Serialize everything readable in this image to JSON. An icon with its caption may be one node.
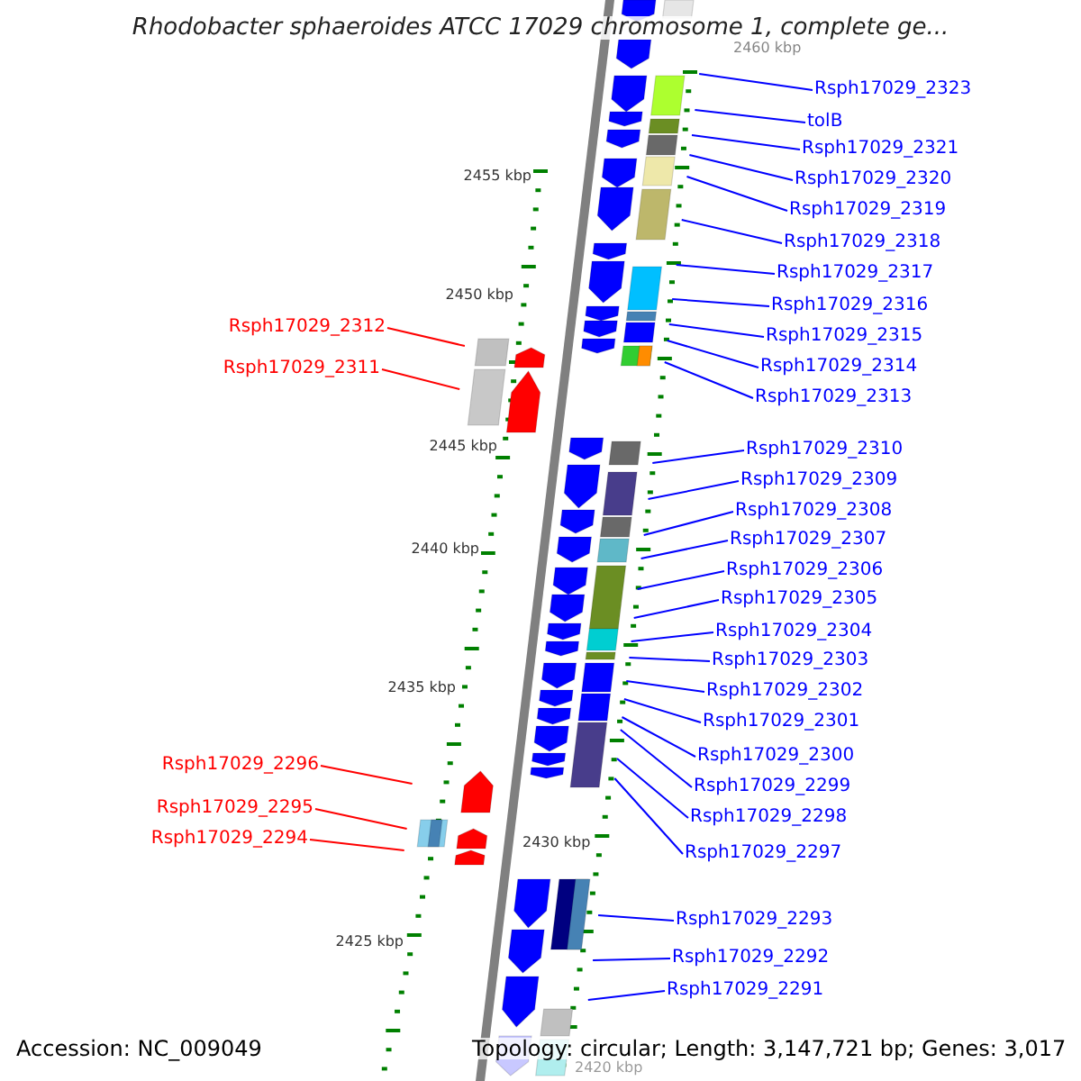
{
  "diagram": {
    "title": "Rhodobacter sphaeroides ATCC 17029 chromosome 1, complete ge...",
    "nodes": [
      {
        "text": [
          "Rsph17029_2323"
        ]
      },
      {
        "text": [
          "tolB"
        ]
      },
      {
        "text": [
          "Rsph17029_2321"
        ]
      },
      {
        "text": [
          "Rsph17029_2320"
        ]
      },
      {
        "text": [
          "Rsph17029_2319"
        ]
      },
      {
        "text": [
          "Rsph17029_2318"
        ]
      },
      {
        "text": [
          "Rsph17029_2317"
        ]
      },
      {
        "text": [
          "Rsph17029_2316"
        ]
      },
      {
        "text": [
          "Rsph17029_2312"
        ]
      },
      {
        "text": [
          "Rsph17029_2315"
        ]
      },
      {
        "text": [
          "Rsph17029_2314"
        ]
      },
      {
        "text": [
          "Rsph17029_2311"
        ]
      },
      {
        "text": [
          "Rsph17029_2313"
        ]
      },
      {
        "text": [
          "Rsph17029_2310"
        ]
      },
      {
        "text": [
          "Rsph17029_2309"
        ]
      },
      {
        "text": [
          "Rsph17029_2308"
        ]
      },
      {
        "text": [
          "Rsph17029_2307"
        ]
      },
      {
        "text": [
          "Rsph17029_2306"
        ]
      },
      {
        "text": [
          "Rsph17029_2305"
        ]
      },
      {
        "text": [
          "Rsph17029_2304"
        ]
      },
      {
        "text": [
          "Rsph17029_2303"
        ]
      },
      {
        "text": [
          "Rsph17029_2302"
        ]
      },
      {
        "text": [
          "Rsph17029_2301"
        ]
      },
      {
        "text": [
          "Rsph17029_2300"
        ]
      },
      {
        "text": [
          "Rsph17029_2296"
        ]
      },
      {
        "text": [
          "Rsph17029_2299"
        ]
      },
      {
        "text": [
          "Rsph17029_2295"
        ]
      },
      {
        "text": [
          "Rsph17029_2298"
        ]
      },
      {
        "text": [
          "Rsph17029_2294"
        ]
      },
      {
        "text": [
          "Rsph17029_2297"
        ]
      },
      {
        "text": [
          "Rsph17029_2293"
        ]
      },
      {
        "text": [
          "Rsph17029_2292"
        ]
      },
      {
        "text": [
          "Rsph17029_2291"
        ]
      }
    ],
    "edges": [
      {
        "from": 0,
        "to": null,
        "arrow": "none"
      },
      {
        "from": 1,
        "to": null,
        "arrow": "none"
      },
      {
        "from": 2,
        "to": null,
        "arrow": "none"
      },
      {
        "from": 3,
        "to": null,
        "arrow": "none"
      },
      {
        "from": 4,
        "to": null,
        "arrow": "none"
      },
      {
        "from": 5,
        "to": null,
        "arrow": "none"
      },
      {
        "from": 6,
        "to": null,
        "arrow": "none"
      },
      {
        "from": 7,
        "to": null,
        "arrow": "none"
      },
      {
        "from": 8,
        "to": null,
        "arrow": "none",
        "color": "#ff0000"
      },
      {
        "from": 9,
        "to": null,
        "arrow": "none"
      },
      {
        "from": 10,
        "to": null,
        "arrow": "none"
      },
      {
        "from": 11,
        "to": null,
        "arrow": "none",
        "color": "#ff0000"
      },
      {
        "from": 12,
        "to": null,
        "arrow": "none"
      },
      {
        "from": 13,
        "to": null,
        "arrow": "none"
      },
      {
        "from": 14,
        "to": null,
        "arrow": "none"
      },
      {
        "from": 15,
        "to": null,
        "arrow": "none"
      },
      {
        "from": 16,
        "to": null,
        "arrow": "none"
      },
      {
        "from": 17,
        "to": null,
        "arrow": "none"
      },
      {
        "from": 18,
        "to": null,
        "arrow": "none"
      },
      {
        "from": 19,
        "to": null,
        "arrow": "none"
      },
      {
        "from": 20,
        "to": null,
        "arrow": "none"
      },
      {
        "from": 21,
        "to": null,
        "arrow": "none"
      },
      {
        "from": 22,
        "to": null,
        "arrow": "none"
      },
      {
        "from": 23,
        "to": null,
        "arrow": "none"
      },
      {
        "from": 24,
        "to": null,
        "arrow": "none",
        "color": "#ff0000"
      },
      {
        "from": 25,
        "to": null,
        "arrow": "none"
      },
      {
        "from": 26,
        "to": null,
        "arrow": "none",
        "color": "#ff0000"
      },
      {
        "from": 27,
        "to": null,
        "arrow": "none"
      },
      {
        "from": 28,
        "to": null,
        "arrow": "none",
        "color": "#ff0000"
      },
      {
        "from": 29,
        "to": null,
        "arrow": "none"
      },
      {
        "from": 30,
        "to": null,
        "arrow": "none"
      },
      {
        "from": 31,
        "to": null,
        "arrow": "none"
      },
      {
        "from": 32,
        "to": null,
        "arrow": "none"
      }
    ],
    "labels": [
      "2460 kbp",
      "2455 kbp",
      "2450 kbp",
      "2445 kbp",
      "2440 kbp",
      "2435 kbp",
      "2430 kbp",
      "2425 kbp",
      "2420 kbp",
      "Accession: NC_009049",
      "Topology: circular; Length: 3,147,721 bp; Genes: 3,017"
    ]
  }
}
